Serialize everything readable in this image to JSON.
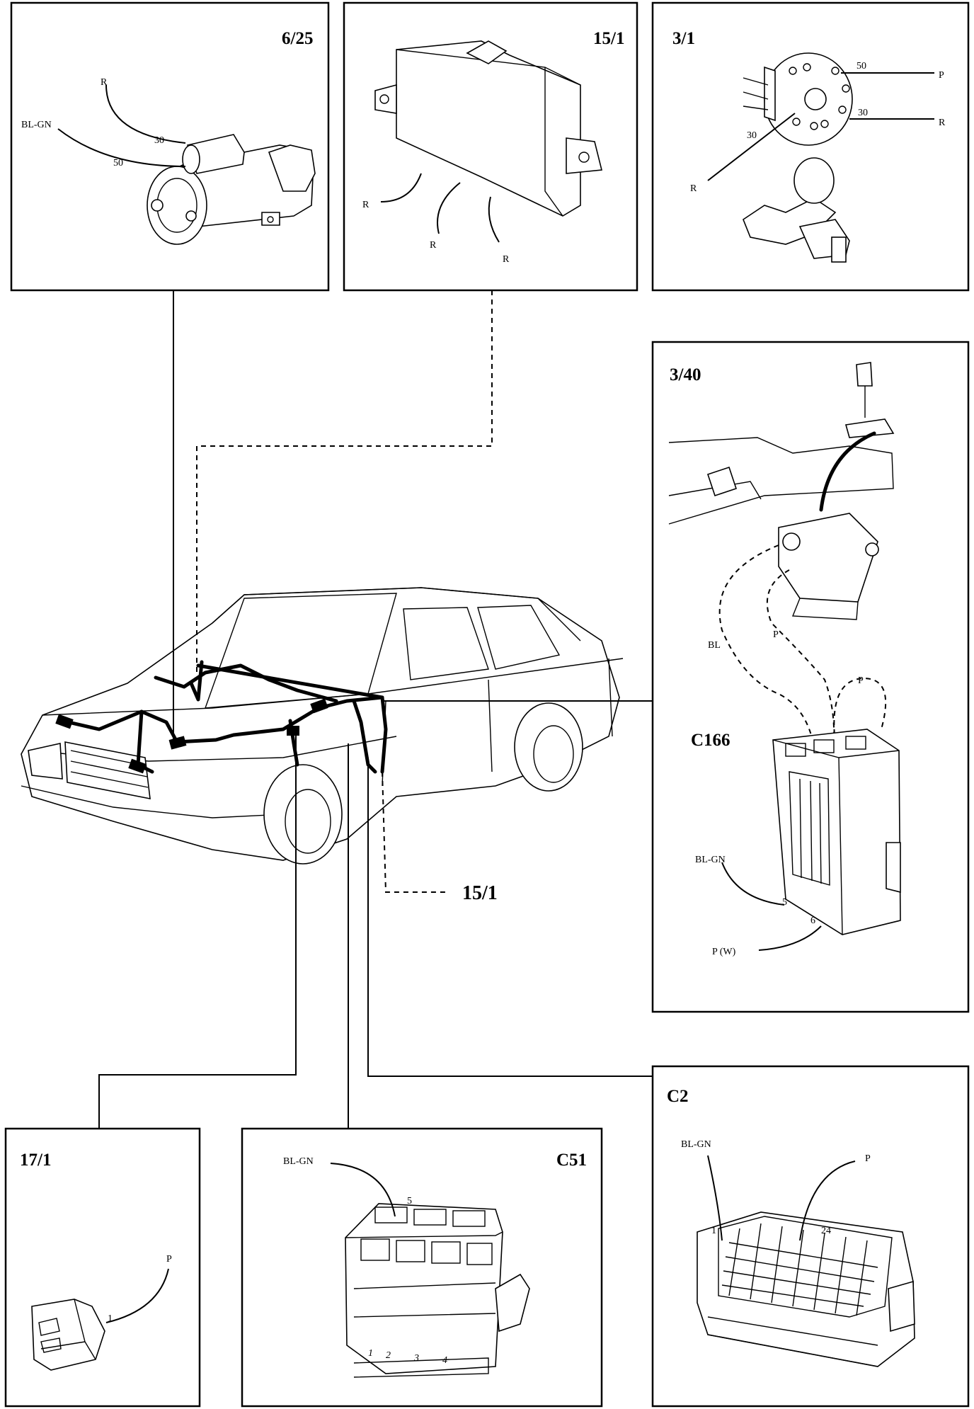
{
  "panels": {
    "starter": {
      "title": "6/25",
      "wires": [
        "R",
        "BL-GN"
      ],
      "pins": [
        "30",
        "50"
      ]
    },
    "control_module": {
      "title": "15/1",
      "wires": [
        "R",
        "R",
        "R"
      ]
    },
    "ignition_switch": {
      "title": "3/1",
      "wires": [
        "P",
        "R",
        "R"
      ],
      "pins": [
        "50",
        "30",
        "30"
      ]
    },
    "gear_selector": {
      "title": "3/40",
      "connector": "C166",
      "wires": [
        "BL",
        "P",
        "P",
        "BL-GN",
        "P (W)"
      ],
      "pins": [
        "5",
        "6"
      ]
    },
    "relay": {
      "title": "17/1",
      "wires": [
        "P"
      ],
      "pins": [
        "1"
      ]
    },
    "c51": {
      "title": "C51",
      "wires": [
        "BL-GN"
      ],
      "pins": [
        "5",
        "1",
        "2",
        "3",
        "4"
      ]
    },
    "c2": {
      "title": "C2",
      "wires": [
        "BL-GN",
        "P"
      ],
      "pins": [
        "1",
        "24"
      ]
    }
  },
  "callout": "15/1"
}
